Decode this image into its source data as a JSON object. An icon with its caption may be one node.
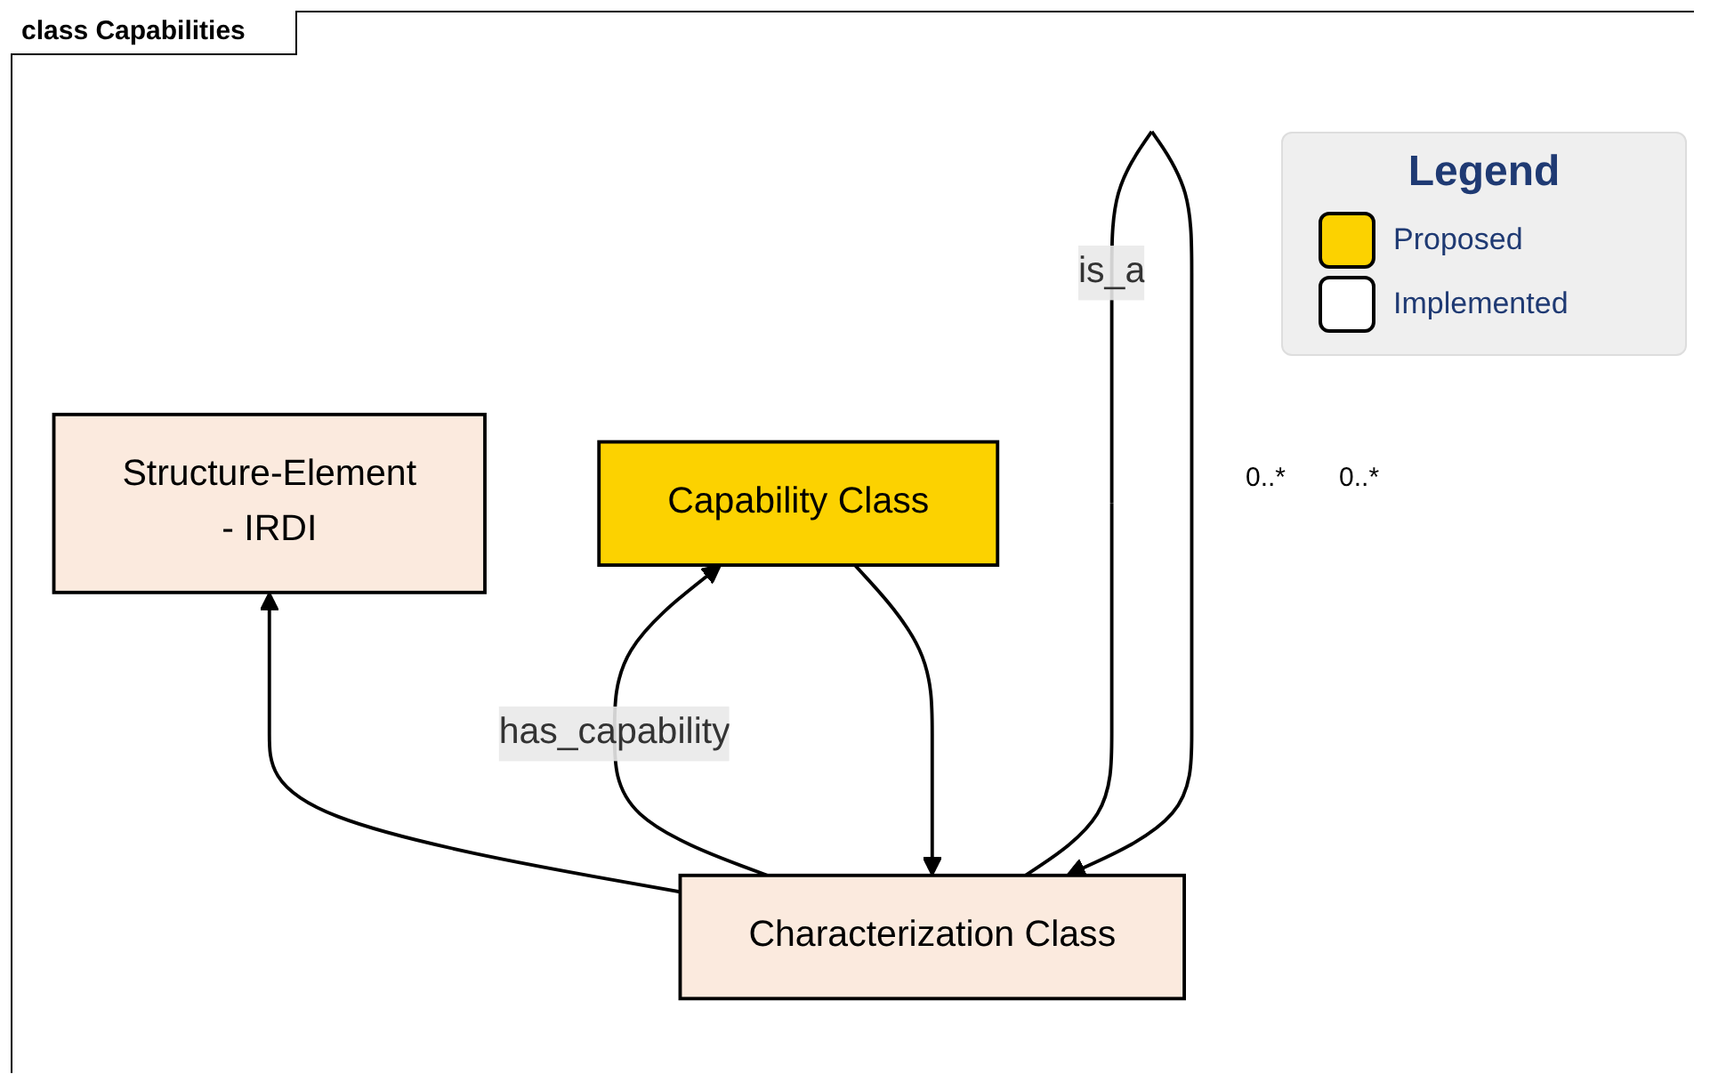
{
  "diagram": {
    "title": "class Capabilities",
    "nodes": [
      {
        "text": [
          "Structure-Element",
          "- IRDI"
        ]
      },
      {
        "text": [
          "Characterization Class"
        ]
      },
      {
        "text": [
          "Capability Class"
        ]
      }
    ],
    "edges": [
      {
        "from": 1,
        "to": 0,
        "arrow": "to"
      },
      {
        "from": 1,
        "to": 1,
        "arrow": "to",
        "label": "is_a"
      },
      {
        "from": 2,
        "to": 1,
        "arrow": "to"
      },
      {
        "from": 1,
        "to": 2,
        "arrow": "to",
        "label": "has_capability"
      }
    ],
    "labels": [
      "Legend",
      "0..*",
      "0..*"
    ],
    "legend": [
      {
        "text": "Proposed",
        "color": "#fcd200"
      },
      {
        "text": "Implemented",
        "color": "#ffffff"
      }
    ]
  }
}
